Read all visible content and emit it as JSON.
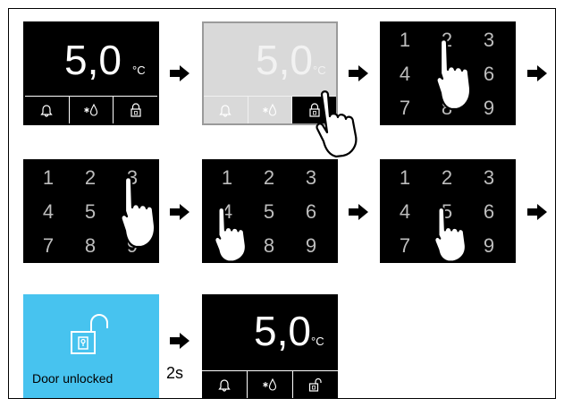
{
  "display": {
    "temperature": "5,0",
    "unit": "°C"
  },
  "keypad": {
    "keys": [
      "1",
      "2",
      "3",
      "4",
      "5",
      "6",
      "7",
      "8",
      "9"
    ]
  },
  "buttons": {
    "alarm_icon": "bell-icon",
    "superfrost_icon": "snowflake-drop-icon",
    "lock_icon": "lock-icon",
    "unlock_icon": "unlock-icon"
  },
  "unlocked_screen": {
    "label": "Door unlocked",
    "icon": "open-padlock-icon"
  },
  "delay_label": "2s",
  "colors": {
    "display_bg": "#000000",
    "inactive_bg": "#d9d9d9",
    "unlocked_bg": "#47c3ef",
    "key_text": "#bdbdbd"
  }
}
